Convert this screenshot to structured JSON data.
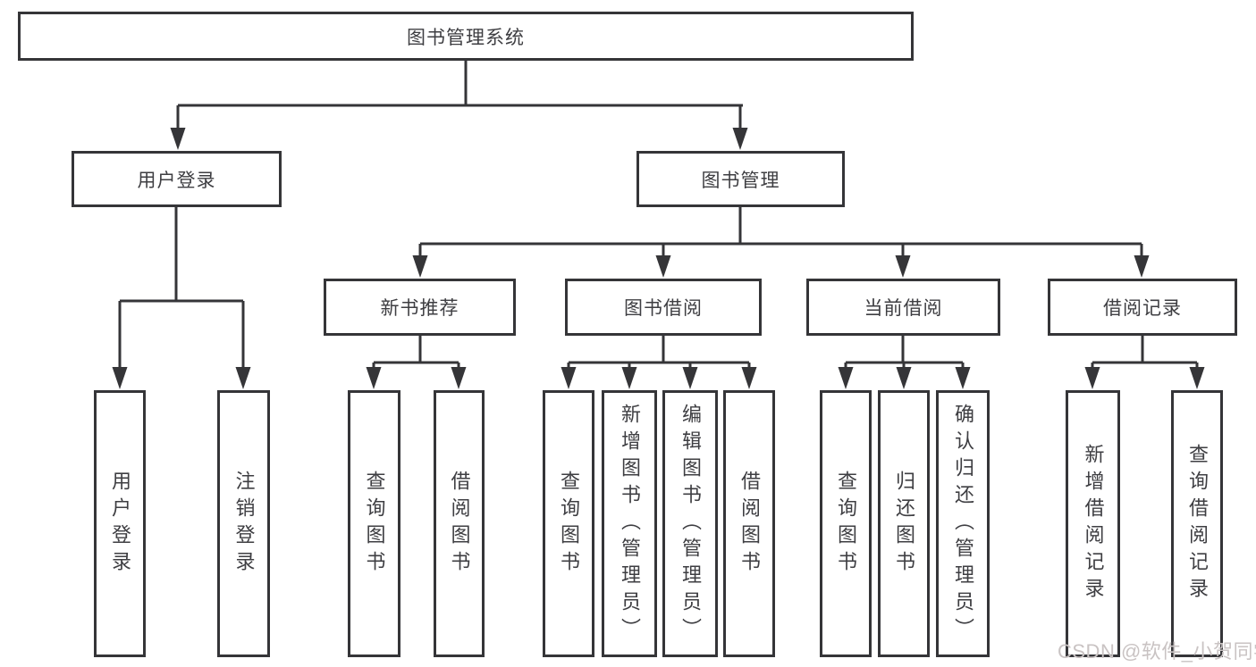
{
  "tree": {
    "label": "图书管理系统",
    "children": [
      {
        "label": "用户登录",
        "children": [
          {
            "label": "用户登录"
          },
          {
            "label": "注销登录"
          }
        ]
      },
      {
        "label": "图书管理",
        "children": [
          {
            "label": "新书推荐",
            "children": [
              {
                "label": "查询图书"
              },
              {
                "label": "借阅图书"
              }
            ]
          },
          {
            "label": "图书借阅",
            "children": [
              {
                "label": "查询图书"
              },
              {
                "label": "新增图书（管理员）"
              },
              {
                "label": "编辑图书（管理员）"
              },
              {
                "label": "借阅图书"
              }
            ]
          },
          {
            "label": "当前借阅",
            "children": [
              {
                "label": "查询图书"
              },
              {
                "label": "归还图书"
              },
              {
                "label": "确认归还（管理员）"
              }
            ]
          },
          {
            "label": "借阅记录",
            "children": [
              {
                "label": "新增借阅记录"
              },
              {
                "label": "查询借阅记录"
              }
            ]
          }
        ]
      }
    ]
  },
  "watermark": {
    "text": "CSDN @软件_小贺同学"
  },
  "colors": {
    "line": "#353538",
    "box_border": "#353538",
    "text": "#3e3e42",
    "background": "#ffffff",
    "watermark": "#c9c3c3"
  }
}
